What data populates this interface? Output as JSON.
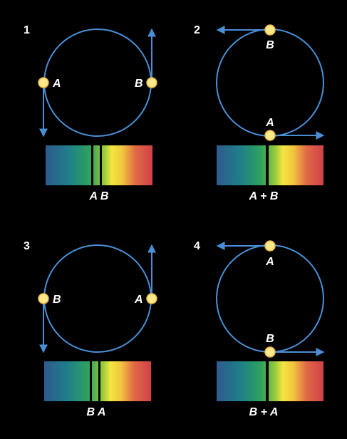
{
  "colors": {
    "orbit": "#4a8fd6",
    "star_fill": "#fde98a",
    "star_stroke": "#e8b54a",
    "line_dark": "#000000"
  },
  "panels": [
    {
      "number": "1",
      "star_left": "A",
      "star_right": "B",
      "caption": "A B"
    },
    {
      "number": "2",
      "star_top": "B",
      "star_bottom": "A",
      "caption": "A + B"
    },
    {
      "number": "3",
      "star_left": "B",
      "star_right": "A",
      "caption": "B A"
    },
    {
      "number": "4",
      "star_top": "A",
      "star_bottom": "B",
      "caption": "B + A"
    }
  ]
}
